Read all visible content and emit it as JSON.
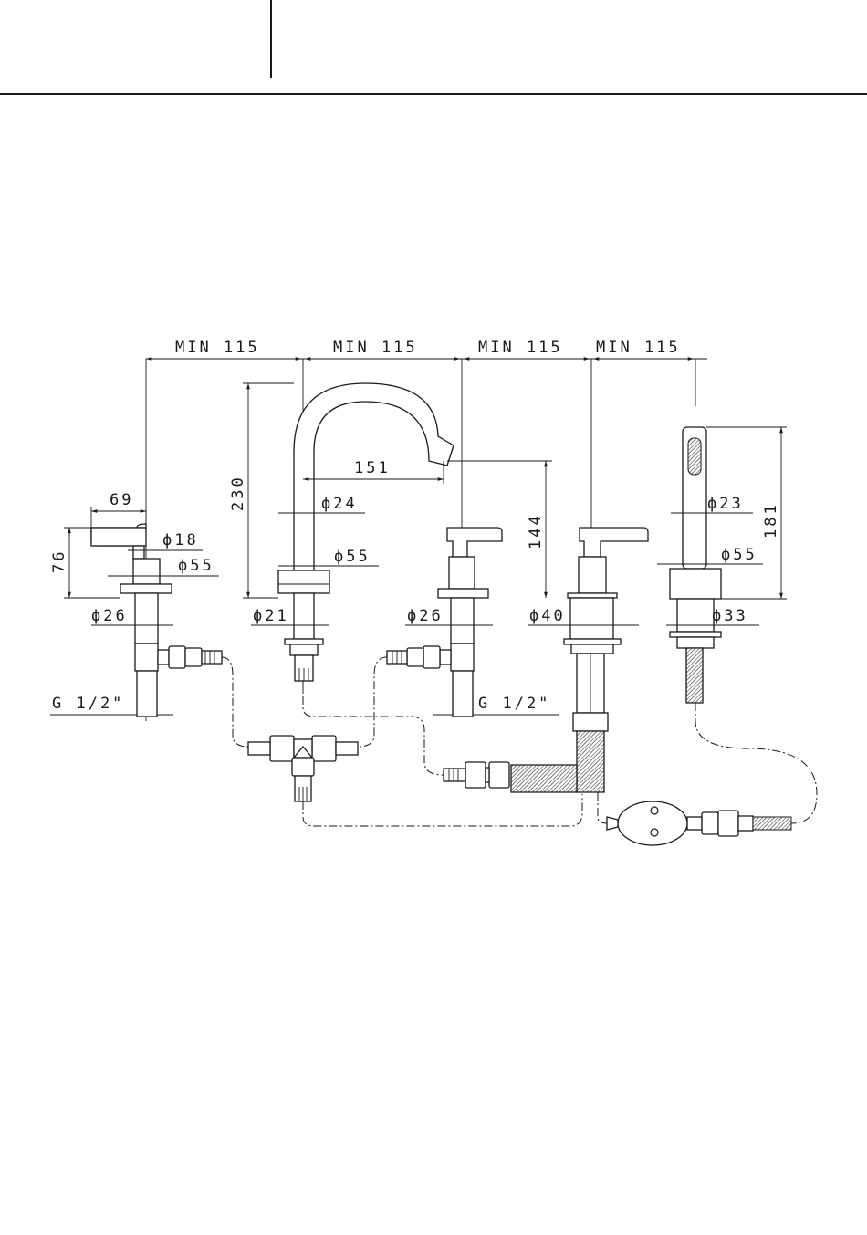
{
  "dimensions": {
    "spacing": [
      "MIN 115",
      "MIN 115",
      "MIN 115",
      "MIN 115"
    ],
    "spout_height": "230",
    "spout_reach": "151",
    "spout_outlet_height": "144",
    "spout_tube_diameter": "ϕ24",
    "spout_base_diameter": "ϕ55",
    "spout_shank_diameter": "ϕ21",
    "handle_length": "69",
    "handle_height": "76",
    "handle_stem_diameter": "ϕ18",
    "handle_base_diameter_left": "ϕ55",
    "handle_shank_diameter_left": "ϕ26",
    "handle_shank_diameter_right": "ϕ26",
    "thread_left": "G 1/2\"",
    "thread_right": "G 1/2\"",
    "diverter_shank_diameter": "ϕ40",
    "shower_height": "181",
    "shower_handle_diameter": "ϕ23",
    "shower_base_diameter": "ϕ55",
    "shower_shank_diameter": "ϕ33"
  }
}
